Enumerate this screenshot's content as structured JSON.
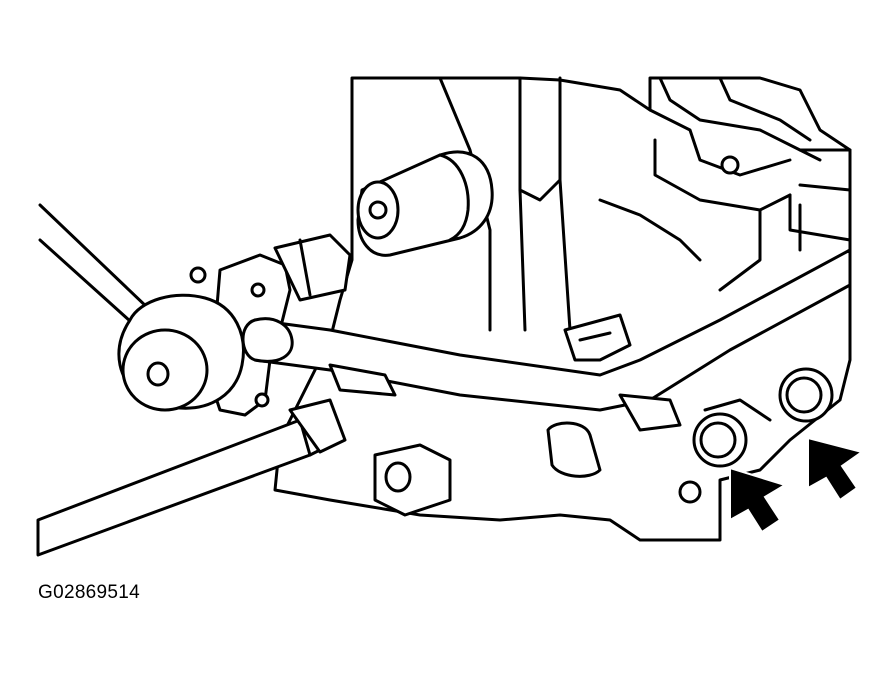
{
  "figure": {
    "id_label": "G02869514",
    "callouts": [
      "arrow-left",
      "arrow-right"
    ]
  }
}
